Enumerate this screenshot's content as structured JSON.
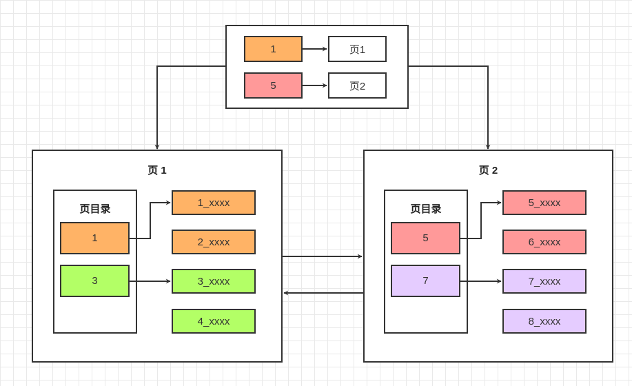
{
  "index": {
    "rows": [
      {
        "key": "1",
        "page": "页1",
        "color": "#ffb366"
      },
      {
        "key": "5",
        "page": "页2",
        "color": "#ff9999"
      }
    ]
  },
  "pages": [
    {
      "title": "页 1",
      "directory_title": "页目录",
      "slots": [
        {
          "label": "1",
          "color": "#ffb366"
        },
        {
          "label": "3",
          "color": "#b3ff66"
        }
      ],
      "records": [
        {
          "label": "1_xxxx",
          "color": "#ffb366"
        },
        {
          "label": "2_xxxx",
          "color": "#ffb366"
        },
        {
          "label": "3_xxxx",
          "color": "#b3ff66"
        },
        {
          "label": "4_xxxx",
          "color": "#b3ff66"
        }
      ]
    },
    {
      "title": "页 2",
      "directory_title": "页目录",
      "slots": [
        {
          "label": "5",
          "color": "#ff9999"
        },
        {
          "label": "7",
          "color": "#e5ccff"
        }
      ],
      "records": [
        {
          "label": "5_xxxx",
          "color": "#ff9999"
        },
        {
          "label": "6_xxxx",
          "color": "#ff9999"
        },
        {
          "label": "7_xxxx",
          "color": "#e5ccff"
        },
        {
          "label": "8_xxxx",
          "color": "#e5ccff"
        }
      ]
    }
  ]
}
